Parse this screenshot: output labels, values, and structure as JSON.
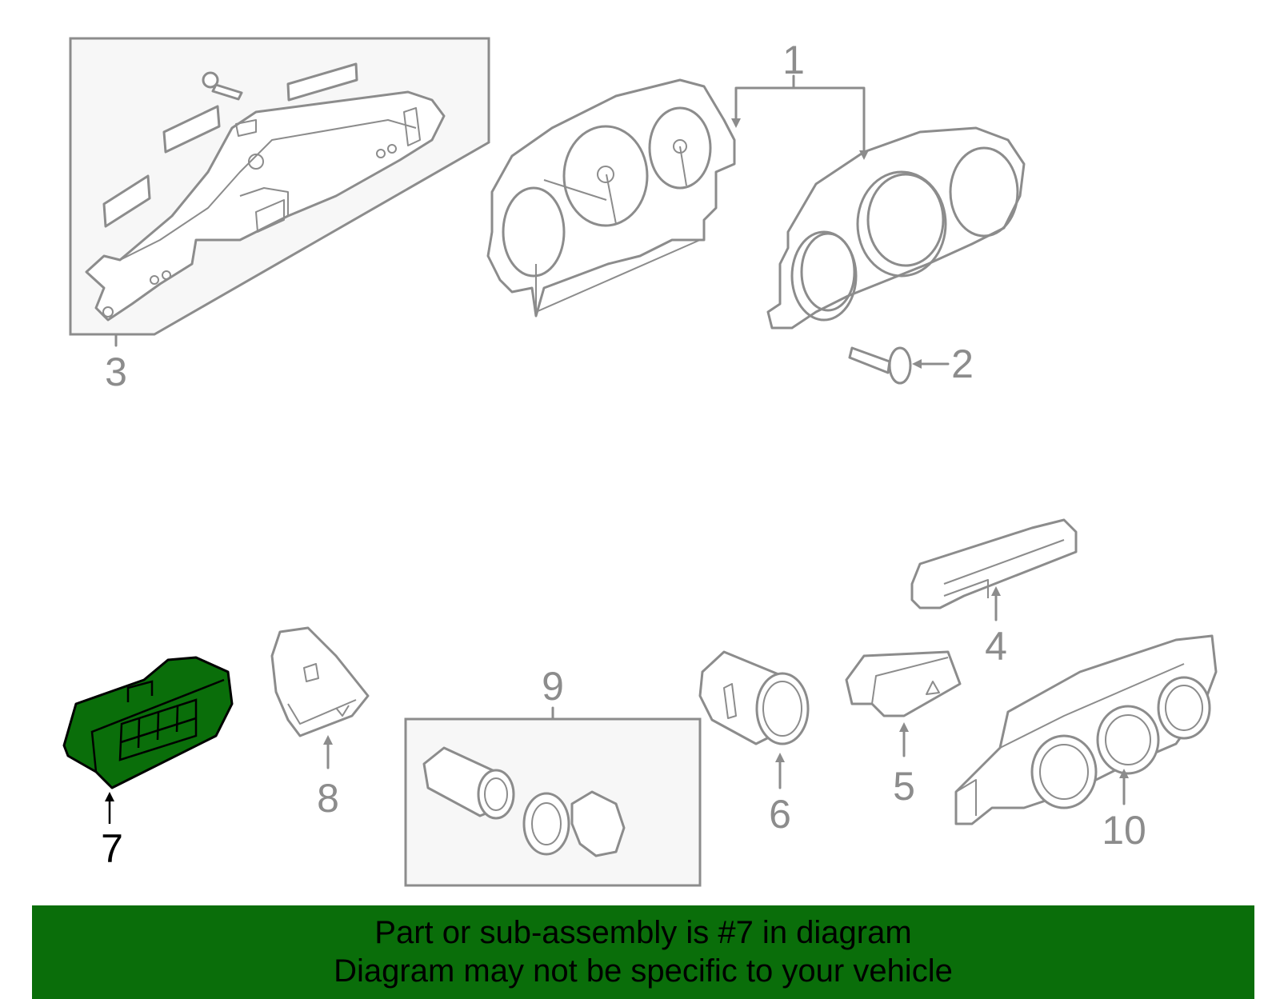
{
  "callouts": {
    "c1": "1",
    "c2": "2",
    "c3": "3",
    "c4": "4",
    "c5": "5",
    "c6": "6",
    "c7": "7",
    "c8": "8",
    "c9": "9",
    "c10": "10"
  },
  "highlighted_callout": "7",
  "colors": {
    "highlight": "#0a6e0a",
    "line": "#8c8c8c",
    "banner": "#0a6e0a"
  },
  "banner": {
    "line1": "Part or sub-assembly is #7 in diagram",
    "line2": "Diagram may not be specific to your vehicle"
  }
}
